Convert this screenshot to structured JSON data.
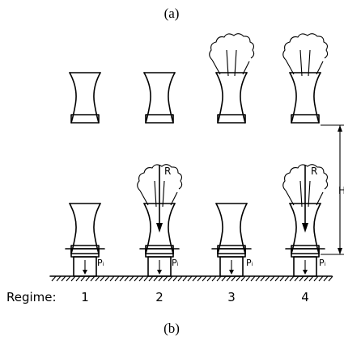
{
  "panel_a_label": "(a)",
  "panel_b_label": "(b)",
  "regime_label": "Regime:",
  "regimes": [
    "1",
    "2",
    "3",
    "4"
  ],
  "force_label_R": "R",
  "force_label_P": "Pᵢ",
  "height_label": "H"
}
